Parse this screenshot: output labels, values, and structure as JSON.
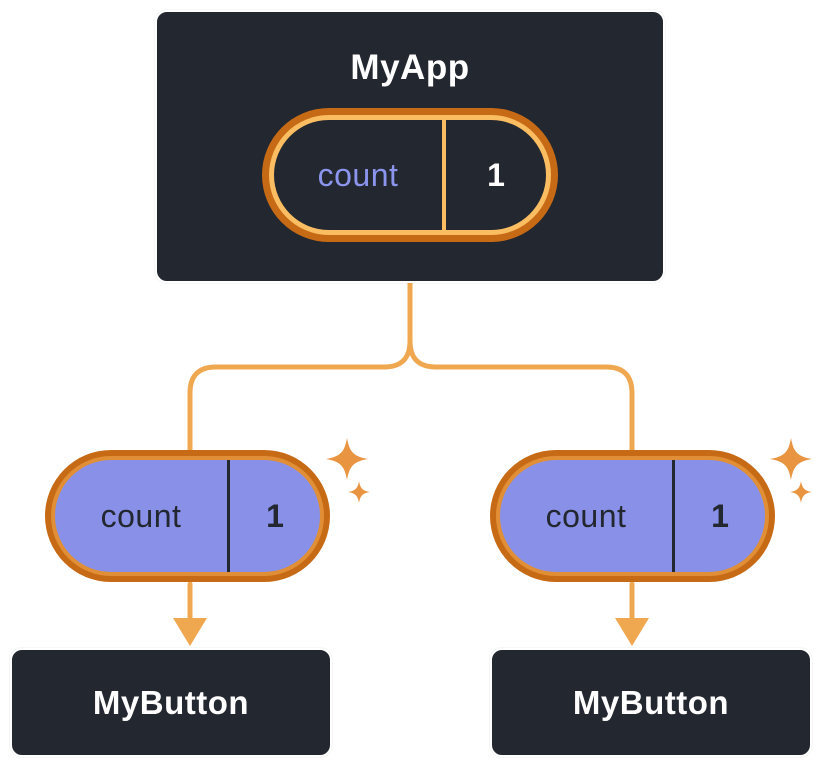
{
  "diagram": {
    "root": {
      "title": "MyApp",
      "state": {
        "label": "count",
        "value": "1"
      }
    },
    "children": [
      {
        "title": "MyButton",
        "state": {
          "label": "count",
          "value": "1"
        }
      },
      {
        "title": "MyButton",
        "state": {
          "label": "count",
          "value": "1"
        }
      }
    ],
    "icons": {
      "sparkle": "four-pointed-star"
    },
    "colors": {
      "node_background": "#23272F",
      "node_border": "#FFFFFF",
      "pill_border_dark_orange": "#C76A15",
      "pill_border_light_orange": "#FABD62",
      "pill_child_fill": "#8890E8",
      "root_state_label_text": "#8B95EE",
      "root_state_value_text": "#FFFFFF",
      "child_state_text": "#23272F",
      "connector_line": "#F0A850",
      "sparkle": "#E89440",
      "node_text": "#FFFFFF"
    }
  }
}
